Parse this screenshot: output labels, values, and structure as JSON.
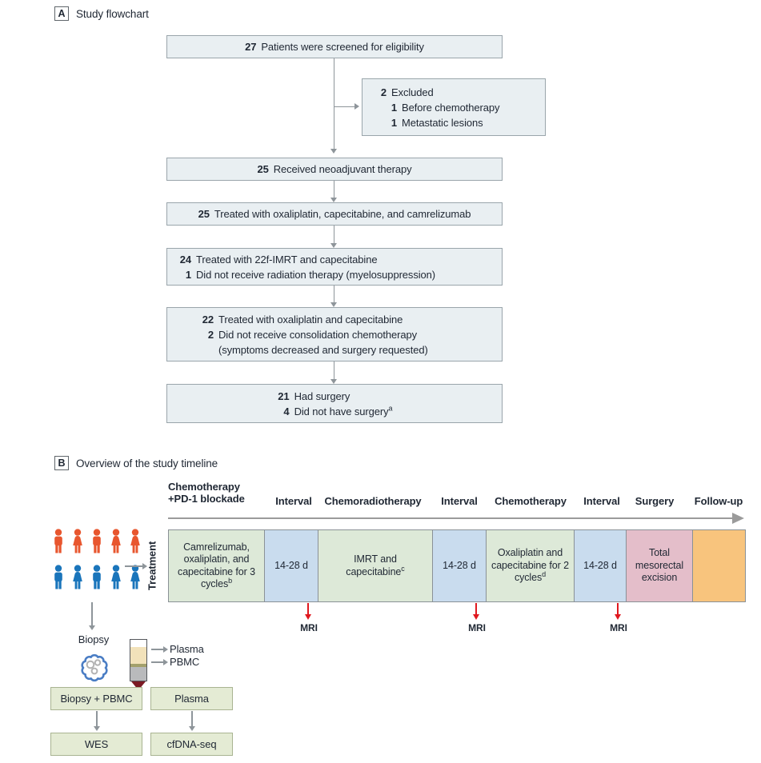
{
  "colors": {
    "flow_box_fill": "#e9eff2",
    "flow_box_border": "#9aa5ab",
    "text": "#1f2733",
    "connector_gray": "#8e959a",
    "timeline_green": "#dde9d8",
    "timeline_blue": "#c9dcee",
    "timeline_pink": "#e4beca",
    "timeline_orange": "#f8c47d",
    "mri_red": "#e0181f",
    "person_orange": "#e8562e",
    "person_blue": "#1a75bb",
    "assay_box_green": "#e4ebd4",
    "tube_plasma": "#f2e2ba",
    "tube_buffy": "#a3a06b",
    "tube_pbmc": "#b9babc",
    "tube_blood": "#7b1a24"
  },
  "pa": {
    "label": "A",
    "title": "Study flowchart",
    "box1": {
      "num": "27",
      "text": "Patients were screened for eligibility"
    },
    "excluded": {
      "r1n": "2",
      "r1t": "Excluded",
      "r2n": "1",
      "r2t": "Before chemotherapy",
      "r3n": "1",
      "r3t": "Metastatic lesions"
    },
    "box2": {
      "num": "25",
      "text": "Received neoadjuvant therapy"
    },
    "box3": {
      "num": "25",
      "text": "Treated with oxaliplatin, capecitabine, and camrelizumab"
    },
    "box4": {
      "r1n": "24",
      "r1t": "Treated with 22f-IMRT and capecitabine",
      "r2n": "1",
      "r2t": "Did not receive radiation therapy (myelosuppression)"
    },
    "box5": {
      "r1n": "22",
      "r1t": "Treated with oxaliplatin and capecitabine",
      "r2n": "2",
      "r2t": "Did not receive consolidation chemotherapy",
      "r3t": "(symptoms decreased and surgery requested)"
    },
    "box6": {
      "r1n": "21",
      "r1t": "Had surgery",
      "r2n": "4",
      "r2t": "Did not have surgery",
      "r2sup": "a"
    }
  },
  "pb": {
    "label": "B",
    "title": "Overview of the study timeline",
    "headers": {
      "h1a": "Chemotherapy",
      "h1b": "+PD-1 blockade",
      "h2": "Interval",
      "h3": "Chemoradiotherapy",
      "h4": "Interval",
      "h5": "Chemotherapy",
      "h6": "Interval",
      "h7": "Surgery",
      "h8": "Follow-up"
    },
    "treatment": "Treatment",
    "seg1": {
      "text": "Camrelizumab, oxaliplatin, and capecitabine for 3 cycles",
      "sup": "b"
    },
    "seg2": "14-28 d",
    "seg3": {
      "text": "IMRT and capecitabine",
      "sup": "c"
    },
    "seg4": "14-28 d",
    "seg5": {
      "text": "Oxaliplatin and capecitabine for 2 cycles",
      "sup": "d"
    },
    "seg6": "14-28 d",
    "seg7": "Total mesorectal excision",
    "mri": "MRI",
    "biopsy": "Biopsy",
    "plasma": "Plasma",
    "pbmc": "PBMC",
    "box_biopsy_pbmc": "Biopsy + PBMC",
    "box_plasma": "Plasma",
    "box_wes": "WES",
    "box_cfdna": "cfDNA-seq"
  }
}
